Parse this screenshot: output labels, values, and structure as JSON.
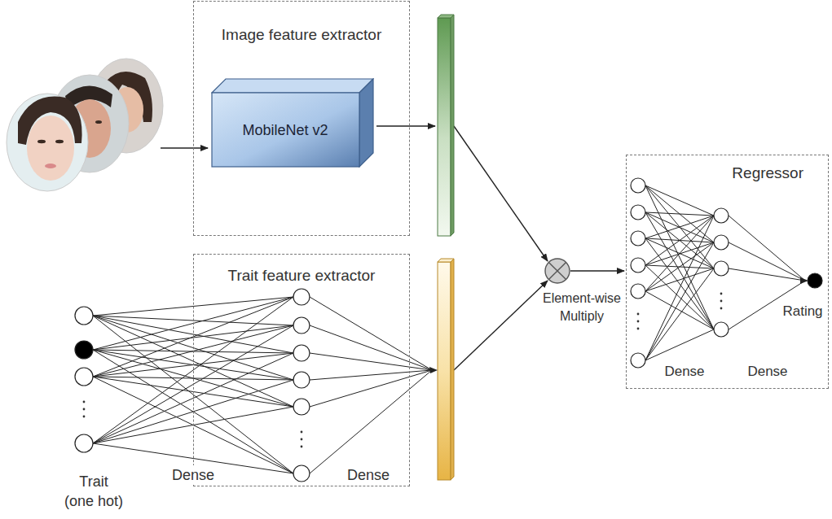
{
  "diagram": {
    "nodes": [
      {
        "text": [
          "Image feature extractor"
        ]
      },
      {
        "text": [
          "MobileNet v2"
        ],
        "in": 0
      },
      {
        "text": [
          "Trait feature extractor"
        ]
      },
      {
        "text": [
          "Regressor"
        ]
      }
    ],
    "labels": [
      "Dense",
      "Dense",
      "Trait (one hot)",
      "Element-wise Multiply",
      "Dense",
      "Dense",
      "Rating"
    ]
  }
}
